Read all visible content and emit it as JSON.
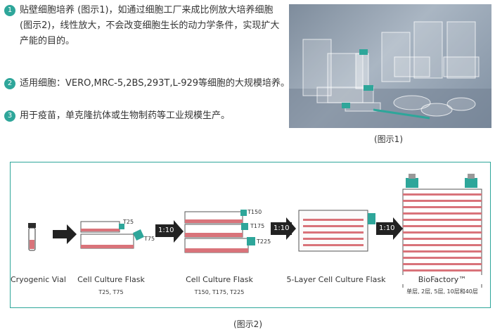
{
  "bullets": [
    {
      "num": "1",
      "text": "贴壁细胞培养 (图示1)，如通过细胞工厂来成比例放大培养细胞 (图示2)，线性放大，不会改变细胞生长的动力学条件，实现扩大产能的目的。"
    },
    {
      "num": "2",
      "text": "适用细胞：VERO,MRC-5,2BS,293T,L-929等细胞的大规模培养。"
    },
    {
      "num": "3",
      "text": "用于疫苗，单克隆抗体或生物制药等工业规模生产。"
    }
  ],
  "figure1_caption": "(图示1)",
  "figure2_caption": "(图示2)",
  "ratio_label": "1:10",
  "stages": [
    {
      "label": "Cryogenic Vial",
      "sub": ""
    },
    {
      "label": "Cell Culture Flask",
      "sub": "T25, T75"
    },
    {
      "label": "Cell Culture Flask",
      "sub": "T150, T175, T225"
    },
    {
      "label": "5-Layer Cell Culture Flask",
      "sub": ""
    },
    {
      "label": "BioFactory™",
      "sub": "单层, 2层, 5层, 10层和40层"
    }
  ],
  "flask_tags": {
    "t25": "T25",
    "t75": "T75",
    "t150": "T150",
    "t175": "T175",
    "t225": "T225"
  },
  "colors": {
    "accent": "#2ea69a",
    "media": "#d9737a",
    "arrow": "#222222"
  }
}
